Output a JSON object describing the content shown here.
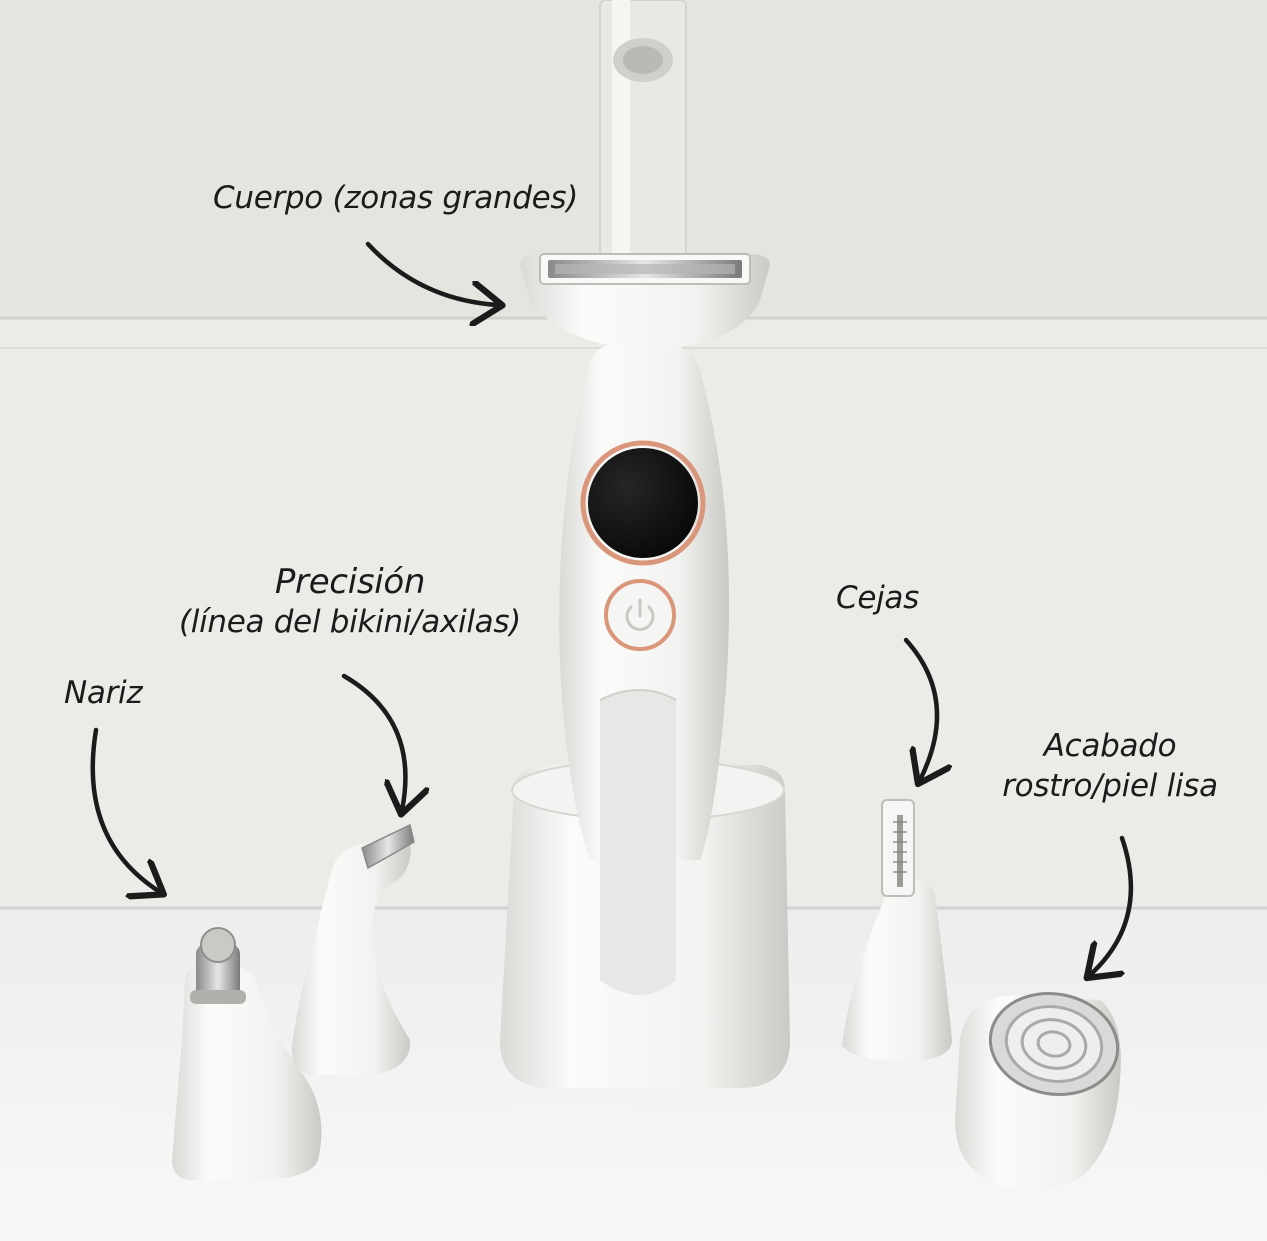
{
  "annotations": {
    "cuerpo": "Cuerpo (zonas grandes)",
    "precision_title": "Precisión",
    "precision_detail": "(línea del bikini/axilas)",
    "cejas": "Cejas",
    "nariz": "Nariz",
    "acabado_line1": "Acabado",
    "acabado_line2": "rostro/piel lisa"
  },
  "colors": {
    "device_white": "#f6f6f4",
    "accent_rose_gold": "#d9967a",
    "display_black": "#0a0a0a",
    "label_ink": "#1b1b1b"
  },
  "icons": [
    "power-icon",
    "curved-arrow-icon"
  ]
}
